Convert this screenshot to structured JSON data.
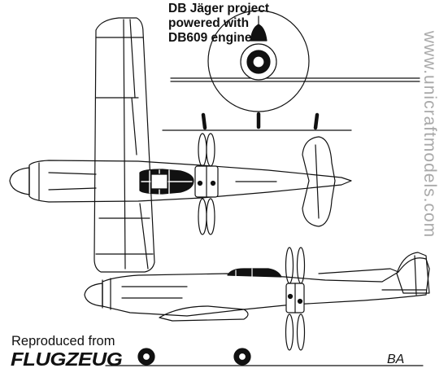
{
  "title": {
    "line1": "DB Jäger project",
    "line2": "powered with",
    "line3": "DB609 engine"
  },
  "watermark": "www.unicraftmodels.com",
  "credit": {
    "reproduced": "Reproduced from",
    "magazine": "FLUGZEUG"
  },
  "initials": "BA",
  "colors": {
    "ink": "#111111",
    "paper": "#ffffff",
    "watermark": "#a9a9a9"
  }
}
